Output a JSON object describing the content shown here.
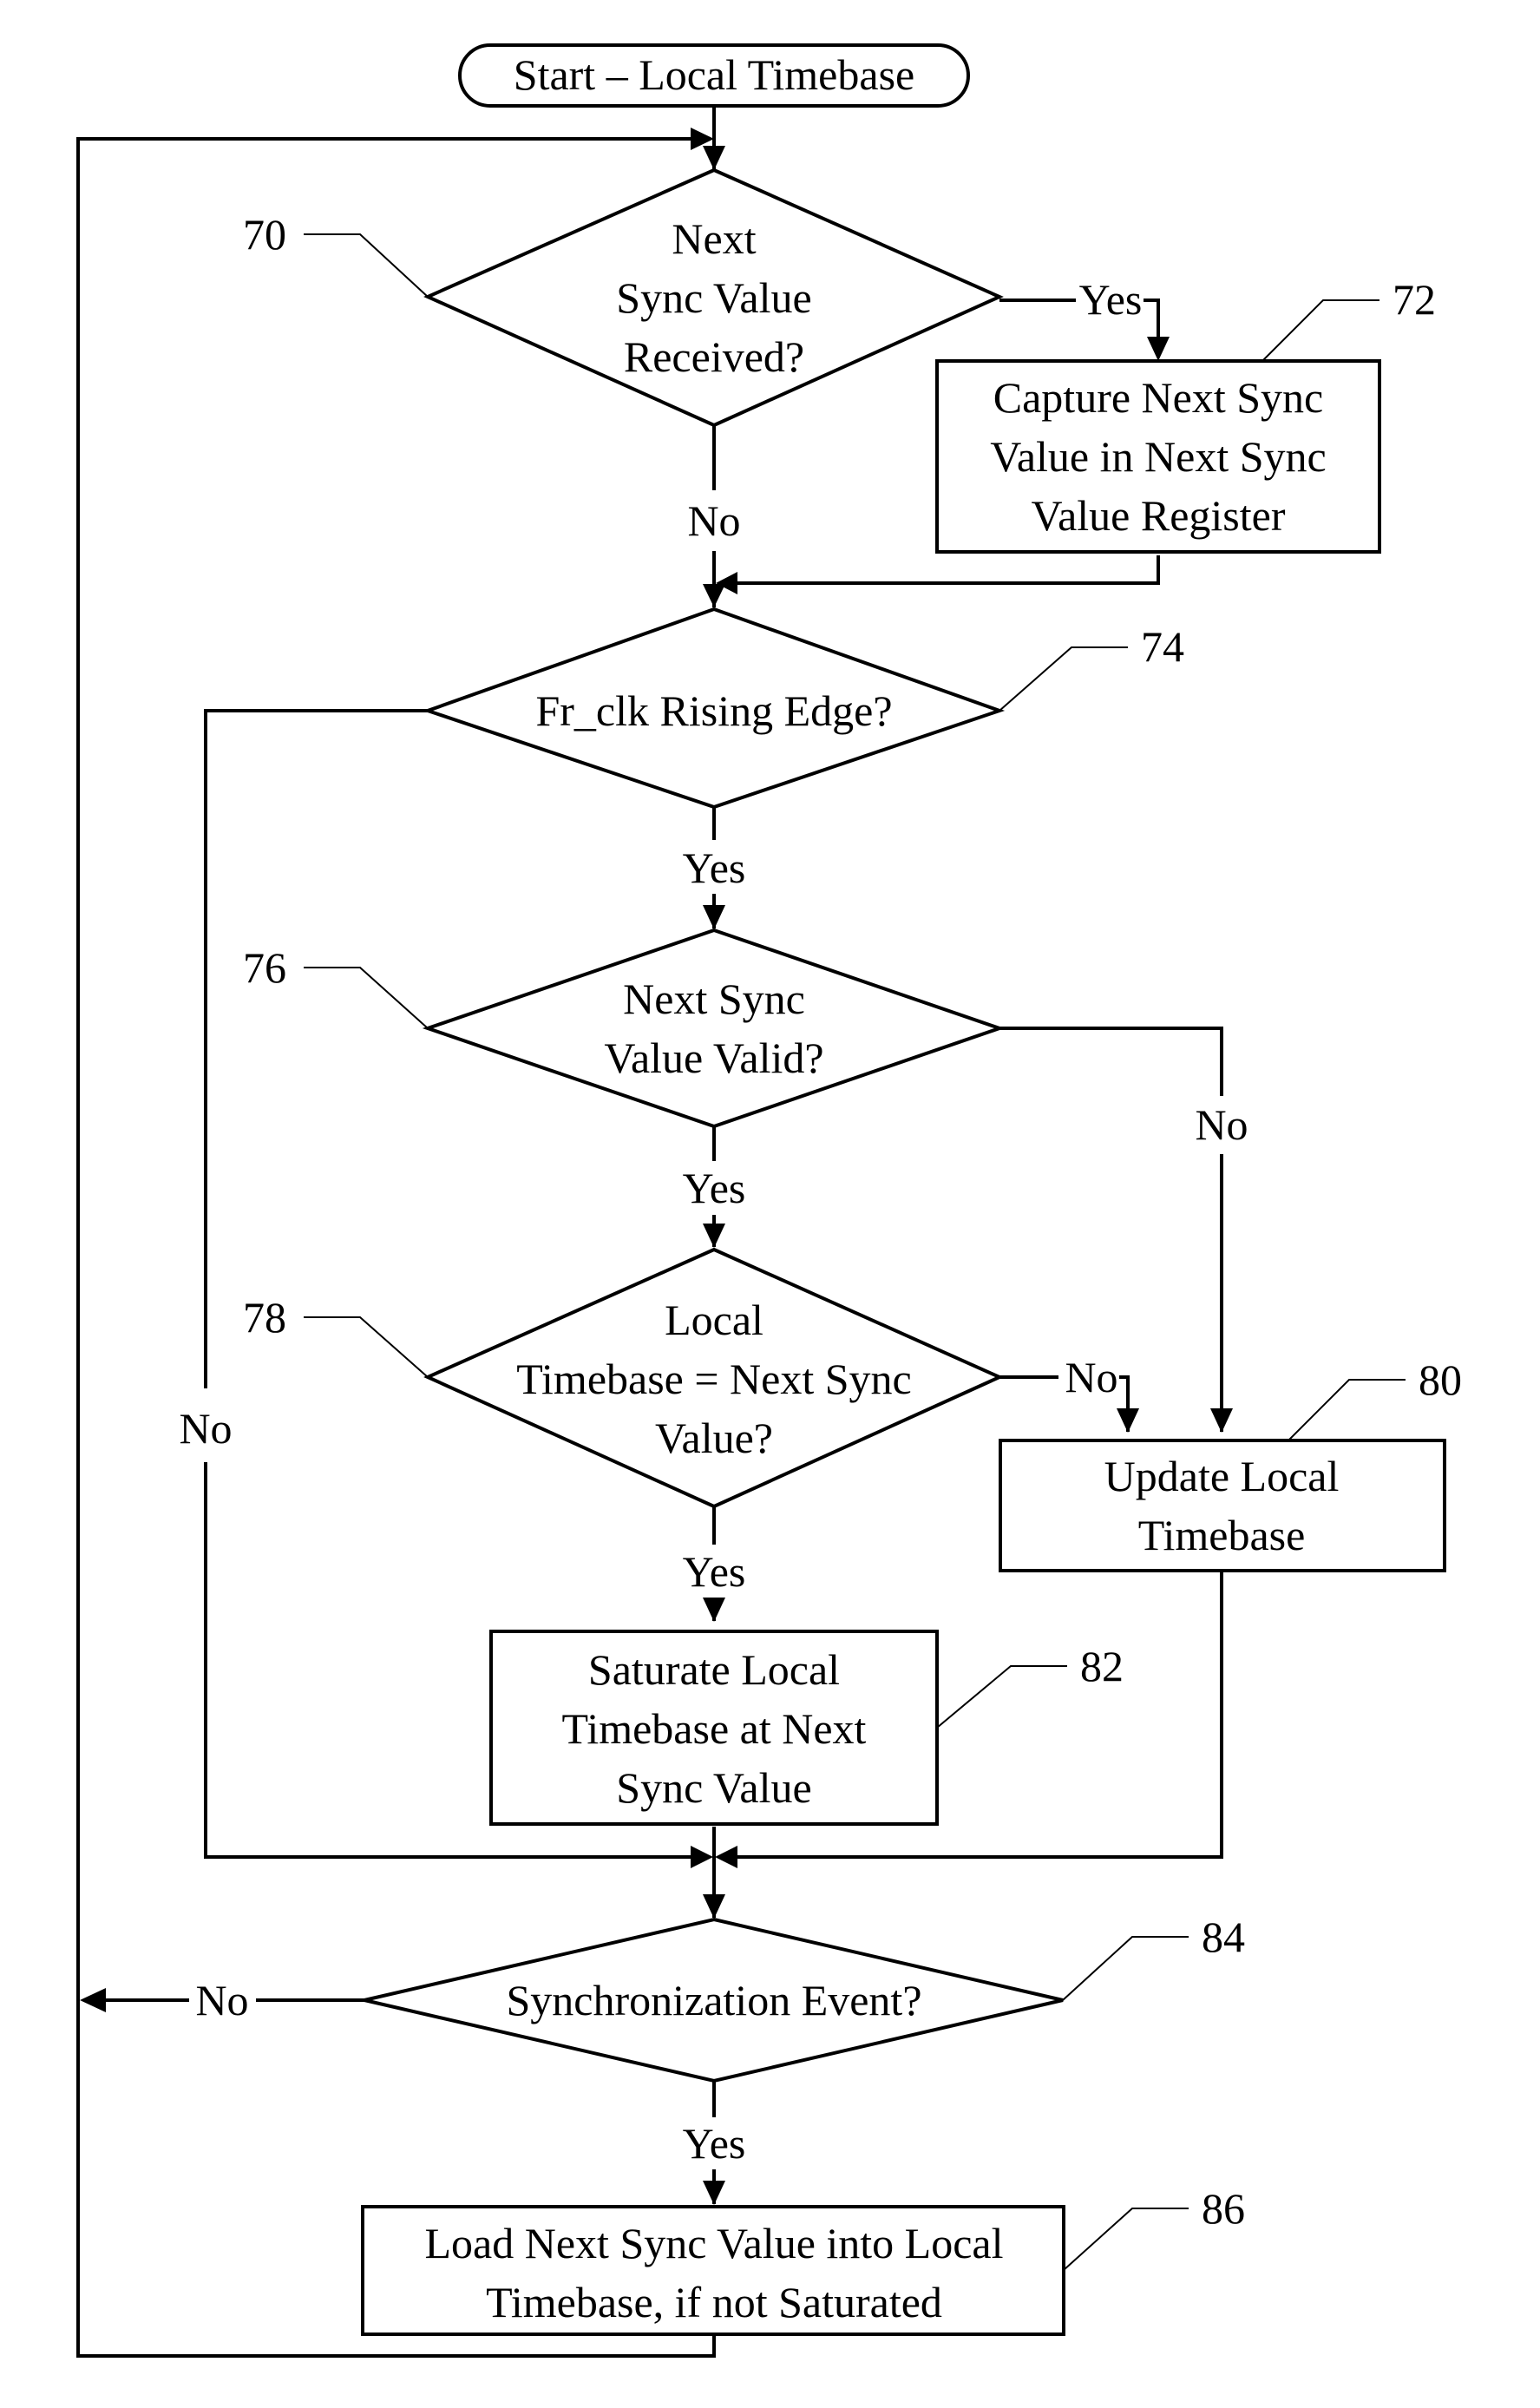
{
  "nodes": {
    "start": {
      "lines": [
        "Start – Local Timebase"
      ]
    },
    "n70": {
      "ref": "70",
      "lines": [
        "Next",
        "Sync Value",
        "Received?"
      ]
    },
    "n72": {
      "ref": "72",
      "lines": [
        "Capture Next Sync",
        "Value in Next Sync",
        "Value Register"
      ]
    },
    "n74": {
      "ref": "74",
      "lines": [
        "Fr_clk Rising Edge?"
      ]
    },
    "n76": {
      "ref": "76",
      "lines": [
        "Next Sync",
        "Value Valid?"
      ]
    },
    "n78": {
      "ref": "78",
      "lines": [
        "Local",
        "Timebase = Next Sync",
        "Value?"
      ]
    },
    "n80": {
      "ref": "80",
      "lines": [
        "Update Local",
        "Timebase"
      ]
    },
    "n82": {
      "ref": "82",
      "lines": [
        "Saturate Local",
        "Timebase at Next",
        "Sync Value"
      ]
    },
    "n84": {
      "ref": "84",
      "lines": [
        "Synchronization Event?"
      ]
    },
    "n86": {
      "ref": "86",
      "lines": [
        "Load Next Sync Value into Local",
        "Timebase, if not Saturated"
      ]
    }
  },
  "edges": {
    "e70_yes": "Yes",
    "e70_no": "No",
    "e74_yes": "Yes",
    "e74_no": "No",
    "e76_yes": "Yes",
    "e76_no": "No",
    "e78_yes": "Yes",
    "e78_no": "No",
    "e84_yes": "Yes",
    "e84_no": "No"
  }
}
